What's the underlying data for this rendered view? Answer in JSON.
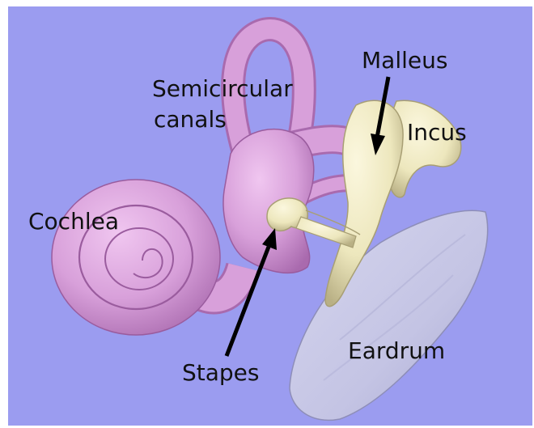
{
  "colors": {
    "background": "#9b9cf0",
    "frame": "#ffffff",
    "cochlea": "#d8a0da",
    "cochlea_shade": "#9a5c9e",
    "ossicles": "#ede7bd",
    "ossicles_shade": "#a89f74",
    "eardrum": "#c4c4e4",
    "eardrum_shade": "#8e8eb8",
    "text": "#111111",
    "arrow": "#000000"
  },
  "labels": {
    "semicircular_line1": "Semicircular",
    "semicircular_line2": "canals",
    "malleus": "Malleus",
    "incus": "Incus",
    "cochlea": "Cochlea",
    "stapes": "Stapes",
    "eardrum": "Eardrum"
  }
}
